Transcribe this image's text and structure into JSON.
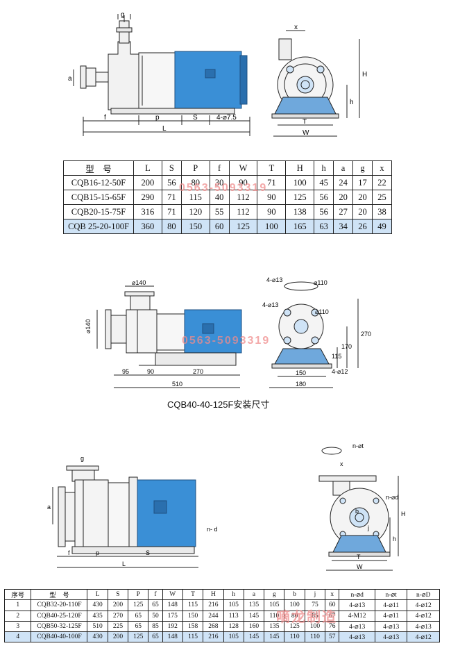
{
  "section1": {
    "top_labels": {
      "g": "g",
      "a": "a",
      "f": "f",
      "p": "p",
      "s": "S",
      "bolt": "4-⌀7.5",
      "L": "L",
      "x": "x",
      "H": "H",
      "h": "h",
      "T": "T",
      "W": "W"
    },
    "table": {
      "headers": [
        "型　号",
        "L",
        "S",
        "P",
        "f",
        "W",
        "T",
        "H",
        "h",
        "a",
        "g",
        "x"
      ],
      "rows": [
        [
          "CQB16-12-50F",
          "200",
          "56",
          "80",
          "30",
          "90",
          "71",
          "100",
          "45",
          "24",
          "17",
          "22"
        ],
        [
          "CQB15-15-65F",
          "290",
          "71",
          "115",
          "40",
          "112",
          "90",
          "125",
          "56",
          "20",
          "20",
          "25"
        ],
        [
          "CQB20-15-75F",
          "316",
          "71",
          "120",
          "55",
          "112",
          "90",
          "138",
          "56",
          "27",
          "20",
          "38"
        ],
        [
          "CQB 25-20-100F",
          "360",
          "80",
          "150",
          "60",
          "125",
          "100",
          "165",
          "63",
          "34",
          "26",
          "49"
        ]
      ]
    }
  },
  "section2": {
    "caption": "CQB40-40-125F安装尺寸",
    "labels": {
      "d140_top": "⌀140",
      "d140_side": "⌀140",
      "dim95": "95",
      "dim90": "90",
      "dim270": "270",
      "dim510": "510",
      "bolts_top": "4-⌀13",
      "d110_top": "⌀110",
      "bolts_mid": "4-⌀13",
      "d110_mid": "⌀110",
      "dim270_h": "270",
      "dim170": "170",
      "dim115": "115",
      "dim150": "150",
      "dim180": "180",
      "bolts_base": "4-⌀12"
    }
  },
  "section3": {
    "labels": {
      "g": "g",
      "a": "a",
      "f": "f",
      "p": "p",
      "s": "S",
      "L": "L",
      "nd": "n- d",
      "nt": "n-⌀t",
      "x": "x",
      "nd2": "n-⌀d",
      "b": "b",
      "j": "j",
      "H": "H",
      "h": "h",
      "T": "T",
      "W": "W"
    },
    "table": {
      "headers": [
        "序号",
        "型　号",
        "L",
        "S",
        "P",
        "f",
        "W",
        "T",
        "H",
        "h",
        "a",
        "g",
        "b",
        "j",
        "x",
        "n-⌀d",
        "n-⌀t",
        "n-⌀D"
      ],
      "rows": [
        [
          "1",
          "CQB32-20-110F",
          "430",
          "200",
          "125",
          "65",
          "148",
          "115",
          "216",
          "105",
          "135",
          "105",
          "100",
          "75",
          "60",
          "4-⌀13",
          "4-⌀11",
          "4-⌀12"
        ],
        [
          "2",
          "CQB40-25-120F",
          "435",
          "270",
          "65",
          "50",
          "175",
          "150",
          "244",
          "113",
          "145",
          "110",
          "80",
          "85",
          "67",
          "4-M12",
          "4-⌀11",
          "4-⌀12"
        ],
        [
          "3",
          "CQB50-32-125F",
          "510",
          "225",
          "65",
          "85",
          "192",
          "158",
          "268",
          "128",
          "160",
          "135",
          "125",
          "100",
          "76",
          "4-⌀13",
          "4-⌀13",
          "4-⌀13"
        ],
        [
          "4",
          "CQB40-40-100F",
          "430",
          "200",
          "125",
          "65",
          "148",
          "115",
          "216",
          "105",
          "145",
          "145",
          "110",
          "110",
          "57",
          "4-⌀13",
          "4-⌀13",
          "4-⌀12"
        ]
      ]
    }
  },
  "watermarks": {
    "phone1": "0563-5093319",
    "phone2": "0563-5093319",
    "brand": "嘀龙制造"
  },
  "colors": {
    "motor": "#3a8fd6",
    "motor_dark": "#2a6fae",
    "base": "#6fa8dc",
    "outline": "#222"
  }
}
